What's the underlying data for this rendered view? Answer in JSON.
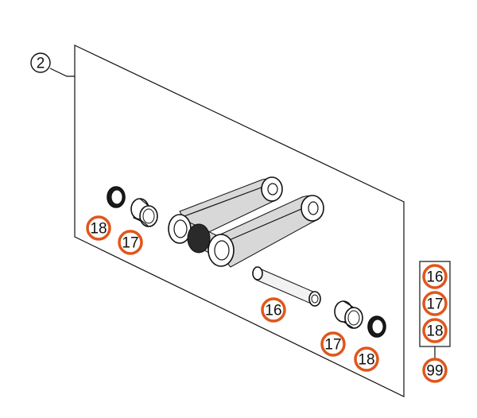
{
  "diagram": {
    "assembly_ref": "2",
    "callouts": {
      "c18_left": "18",
      "c17_left": "17",
      "c16_center": "16",
      "c17_right": "17",
      "c18_right": "18"
    },
    "kit": {
      "items": [
        "16",
        "17",
        "18"
      ],
      "kit_number": "99"
    },
    "colors": {
      "callout_ring": "#e0561b",
      "line": "#111111",
      "background": "#ffffff"
    }
  }
}
